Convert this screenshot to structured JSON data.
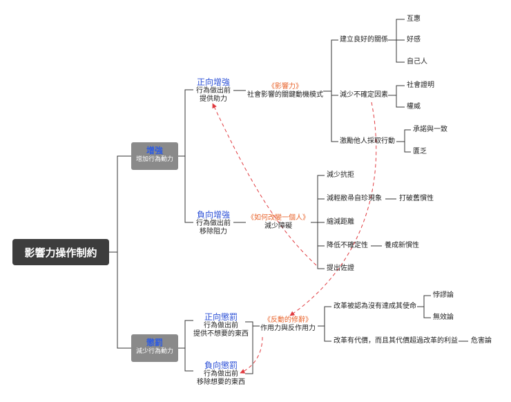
{
  "root": "影響力操作制約",
  "groups": {
    "increase": {
      "title": "增強",
      "sub": "增加行為動力"
    },
    "punish": {
      "title": "懲罰",
      "sub": "減少行為動力"
    }
  },
  "nodes": {
    "pos_reinforce": {
      "title": "正向增強",
      "line1": "行為做出前",
      "line2": "提供助力"
    },
    "neg_reinforce": {
      "title": "負向增強",
      "line1": "行為做出前",
      "line2": "移除阻力"
    },
    "pos_punish": {
      "title": "正向懲罰",
      "line1": "行為做出前",
      "line2": "提供不想要的東西"
    },
    "neg_punish": {
      "title": "負向懲罰",
      "line1": "行為做出前",
      "line2": "移除想要的東西"
    }
  },
  "books": {
    "influence": {
      "title": "《影響力》",
      "sub": "社會影響的關鍵動機模式"
    },
    "change": {
      "title": "《如何改變一個人》",
      "sub": "減少障礙"
    },
    "rhetoric": {
      "title": "《反動的修辭》",
      "sub": "作用力與反作用力"
    }
  },
  "influence_branches": {
    "relationship": "建立良好的關係",
    "reciprocity": "互惠",
    "liking": "好感",
    "ingroup": "自己人",
    "uncertainty": "減少不確定因素",
    "social_proof": "社會證明",
    "authority": "權威",
    "motivate": "激勵他人採取行動",
    "commitment": "承諾與一致",
    "scarcity": "匱乏"
  },
  "change_branches": {
    "resistance": "減少抗拒",
    "endowment": "減輕敝帚自珍現象",
    "habit_break": "打破舊慣性",
    "distance": "縮減距離",
    "uncertainty": "降低不確定性",
    "habit_form": "養成新慣性",
    "evidence": "提出佐證"
  },
  "rhetoric_branches": {
    "no_mission": "改革被認為沒有達成其使命",
    "perversity": "悖謬論",
    "futility": "無效論",
    "cost": "改革有代價，而且其代價超過改革的利益",
    "jeopardy": "危害論"
  },
  "colors": {
    "line": "#333333",
    "dash": "#e0393e",
    "accent": "#2b4fd6",
    "book": "#e8632b"
  }
}
